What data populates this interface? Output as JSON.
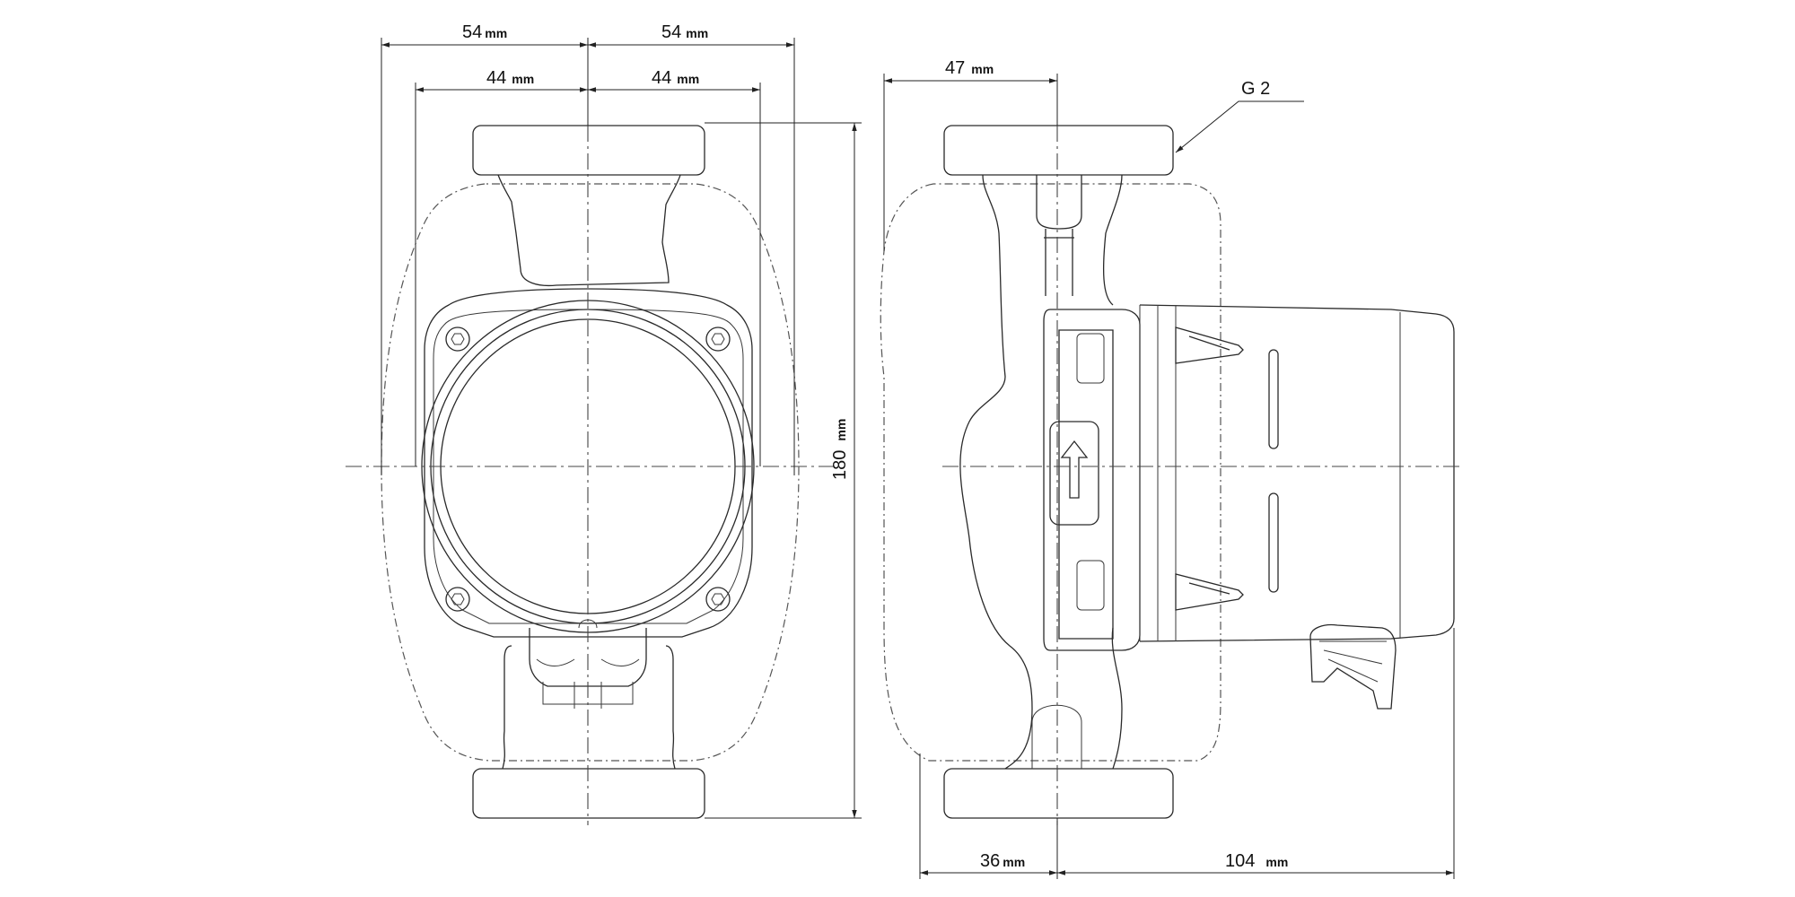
{
  "dimensions": {
    "front_outer_left": {
      "value": "54",
      "unit": "mm"
    },
    "front_outer_right": {
      "value": "54",
      "unit": "mm"
    },
    "front_inner_left": {
      "value": "44",
      "unit": "mm"
    },
    "front_inner_right": {
      "value": "44",
      "unit": "mm"
    },
    "height": {
      "value": "180",
      "unit": "mm"
    },
    "side_top": {
      "value": "47",
      "unit": "mm"
    },
    "side_bottom_left": {
      "value": "36",
      "unit": "mm"
    },
    "side_bottom_right": {
      "value": "104",
      "unit": "mm"
    }
  },
  "callouts": {
    "thread": "G 2"
  }
}
